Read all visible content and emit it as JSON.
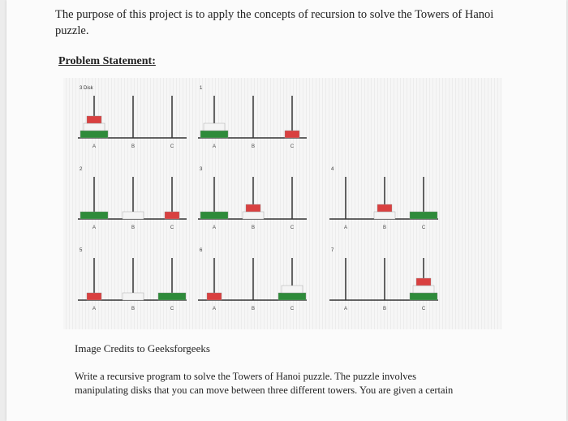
{
  "intro": {
    "line1": "The purpose of this project is to apply the concepts of recursion to solve the Towers of Hanoi",
    "line2": "puzzle."
  },
  "problem_heading": "Problem Statement:",
  "figure": {
    "first_label": "3 Disk",
    "colors": {
      "small_disk": "#d94040",
      "medium_disk": "#f4f4f4",
      "large_disk": "#2e8b3a",
      "tower": "#333333"
    },
    "steps": [
      {
        "label": "",
        "pegs": [
          [
            "large",
            "medium",
            "small"
          ],
          [],
          []
        ]
      },
      {
        "label": "1",
        "pegs": [
          [
            "large",
            "medium"
          ],
          [],
          [
            "small"
          ]
        ]
      },
      {
        "label": "2",
        "pegs": [
          [
            "large"
          ],
          [
            "medium"
          ],
          [
            "small"
          ]
        ]
      },
      {
        "label": "3",
        "pegs": [
          [
            "large"
          ],
          [
            "medium",
            "small"
          ],
          []
        ]
      },
      {
        "label": "4",
        "pegs": [
          [],
          [
            "medium",
            "small"
          ],
          [
            "large"
          ]
        ]
      },
      {
        "label": "5",
        "pegs": [
          [
            "small"
          ],
          [
            "medium"
          ],
          [
            "large"
          ]
        ]
      },
      {
        "label": "6",
        "pegs": [
          [
            "small"
          ],
          [],
          [
            "large",
            "medium"
          ]
        ]
      },
      {
        "label": "7",
        "pegs": [
          [],
          [],
          [
            "large",
            "medium",
            "small"
          ]
        ]
      }
    ],
    "peg_labels": [
      "A",
      "B",
      "C"
    ]
  },
  "credits": "Image Credits to Geeksforgeeks",
  "paragraph": {
    "line1": "Write a recursive program to solve the Towers of Hanoi puzzle. The puzzle involves",
    "line2": "manipulating disks that you can move between three different towers. You are given a certain"
  }
}
